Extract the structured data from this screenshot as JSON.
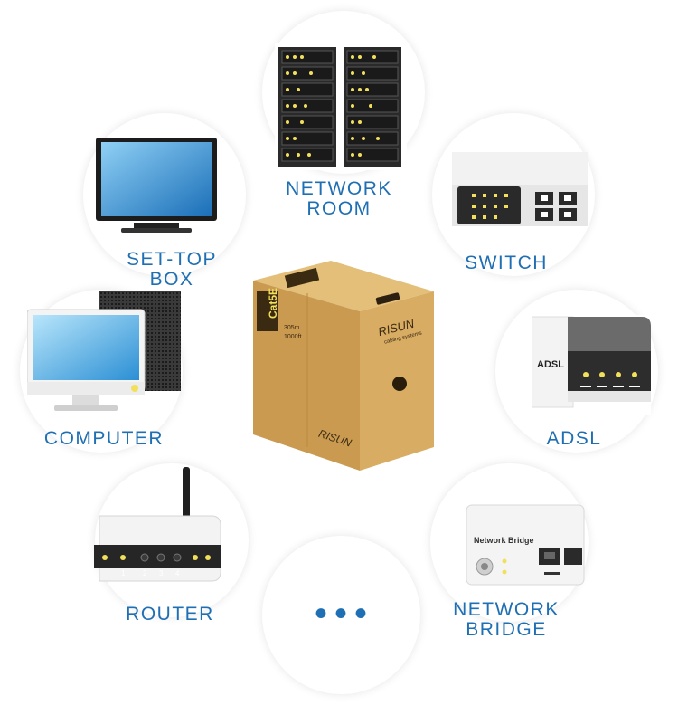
{
  "labels": {
    "network_room": [
      "NETWORK",
      "ROOM"
    ],
    "set_top_box": [
      "SET-TOP",
      "BOX"
    ],
    "switch": "SWITCH",
    "computer": "COMPUTER",
    "adsl": "ADSL",
    "router": "ROUTER",
    "network_bridge": [
      "NETWORK",
      "BRIDGE"
    ],
    "more": "•••"
  },
  "device_text": {
    "adsl": "ADSL",
    "network_bridge": "Network Bridge",
    "router_ports": [
      "1",
      "2",
      "3",
      "4"
    ]
  },
  "product": {
    "brand": "RISUN",
    "category": "Cat5E",
    "length": "305m",
    "length_alt": "1000ft",
    "tagline": "cabling systems"
  },
  "colors": {
    "label_blue": "#1f6fb4",
    "box_cardboard": "#d3a75c",
    "led_yellow": "#f3e05a"
  }
}
